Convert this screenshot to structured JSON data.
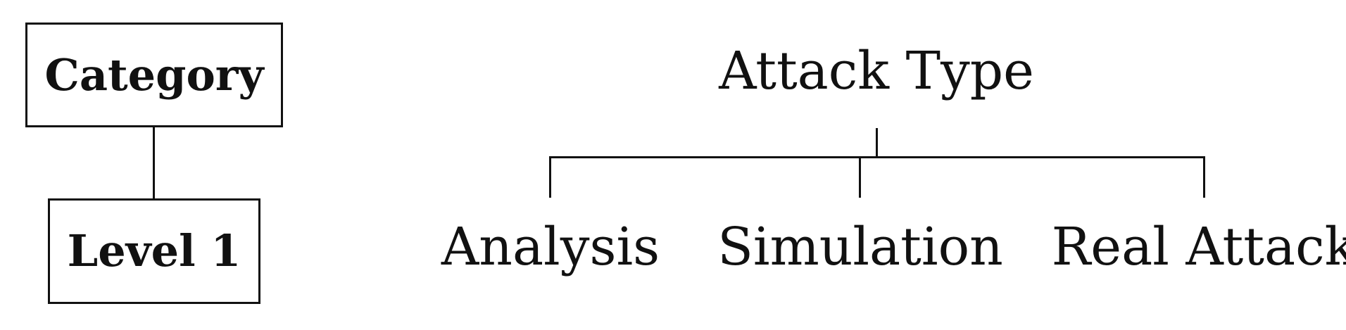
{
  "legend": {
    "category_label": "Category",
    "level_label": "Level 1"
  },
  "taxonomy": {
    "root": "Attack Type",
    "children": [
      "Analysis",
      "Simulation",
      "Real Attack"
    ]
  }
}
